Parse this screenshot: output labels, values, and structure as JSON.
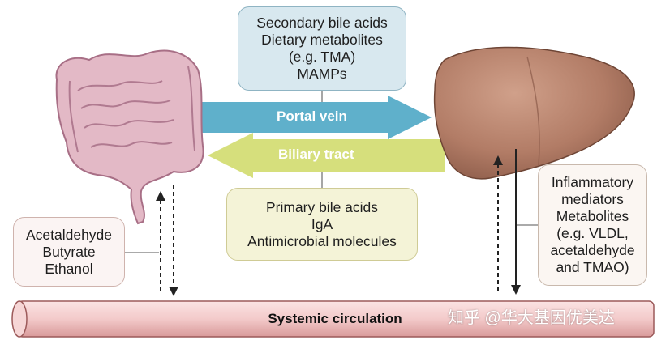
{
  "colors": {
    "portal_arrow": "#5fb0cb",
    "biliary_arrow": "#d6df7c",
    "liver": "#b27c66",
    "intestine": "#e3b9c6",
    "circulation": "#f1c9c9"
  },
  "boxes": {
    "secondary": {
      "lines": [
        "Secondary bile acids",
        "Dietary metabolites",
        "(e.g. TMA)",
        "MAMPs"
      ]
    },
    "primary": {
      "lines": [
        "Primary bile acids",
        "IgA",
        "Antimicrobial molecules"
      ]
    },
    "gut_outputs": {
      "lines": [
        "Acetaldehyde",
        "Butyrate",
        "Ethanol"
      ]
    },
    "liver_outputs": {
      "lines": [
        "Inflammatory",
        "mediators",
        "Metabolites",
        "(e.g. VLDL,",
        "acetaldehyde",
        "and TMAO)"
      ]
    }
  },
  "arrows": {
    "portal_vein": "Portal vein",
    "biliary_tract": "Biliary tract"
  },
  "circulation": {
    "label": "Systemic circulation"
  },
  "watermark": "知乎 @华大基因优美达"
}
